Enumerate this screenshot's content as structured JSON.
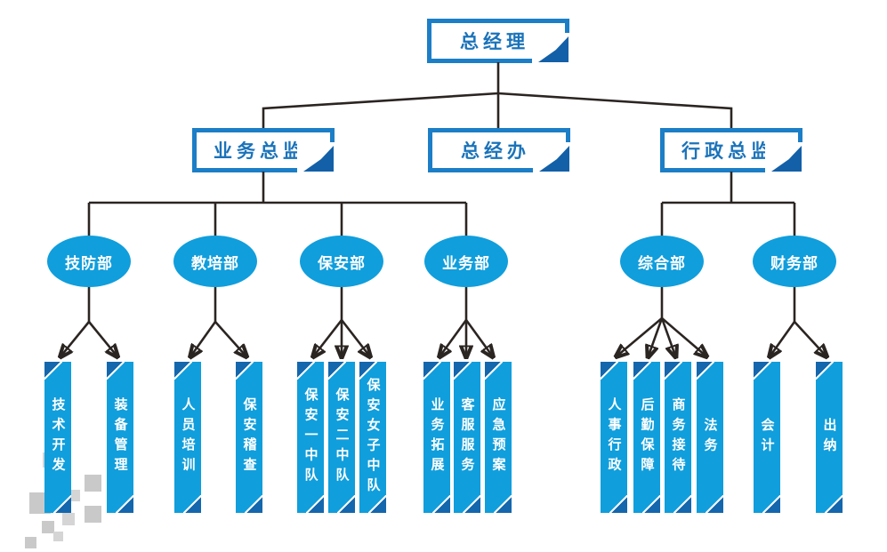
{
  "colors": {
    "node_fill_blue": "#109edc",
    "box_border_blue": "#1c7ec6",
    "box_text_blue": "#1b73ba",
    "fold_dark_blue": "#1360a8",
    "bar_corner_blue": "#1467ad",
    "connector_line": "#2b2522",
    "decor_gray": "#c9c9c9"
  },
  "org": {
    "root": "总经理",
    "directors": [
      "业务总监",
      "总经办",
      "行政总监"
    ],
    "departments": [
      {
        "name": "技防部",
        "units": [
          "技术开发",
          "装备管理"
        ]
      },
      {
        "name": "教培部",
        "units": [
          "人员培训",
          "保安稽查"
        ]
      },
      {
        "name": "保安部",
        "units": [
          "保安一中队",
          "保安二中队",
          "保安女子中队"
        ]
      },
      {
        "name": "业务部",
        "units": [
          "业务拓展",
          "客服服务",
          "应急预案"
        ]
      },
      {
        "name": "综合部",
        "units": [
          "人事行政",
          "后勤保障",
          "商务接待",
          "法务"
        ]
      },
      {
        "name": "财务部",
        "units": [
          "会计",
          "出纳"
        ]
      }
    ]
  }
}
